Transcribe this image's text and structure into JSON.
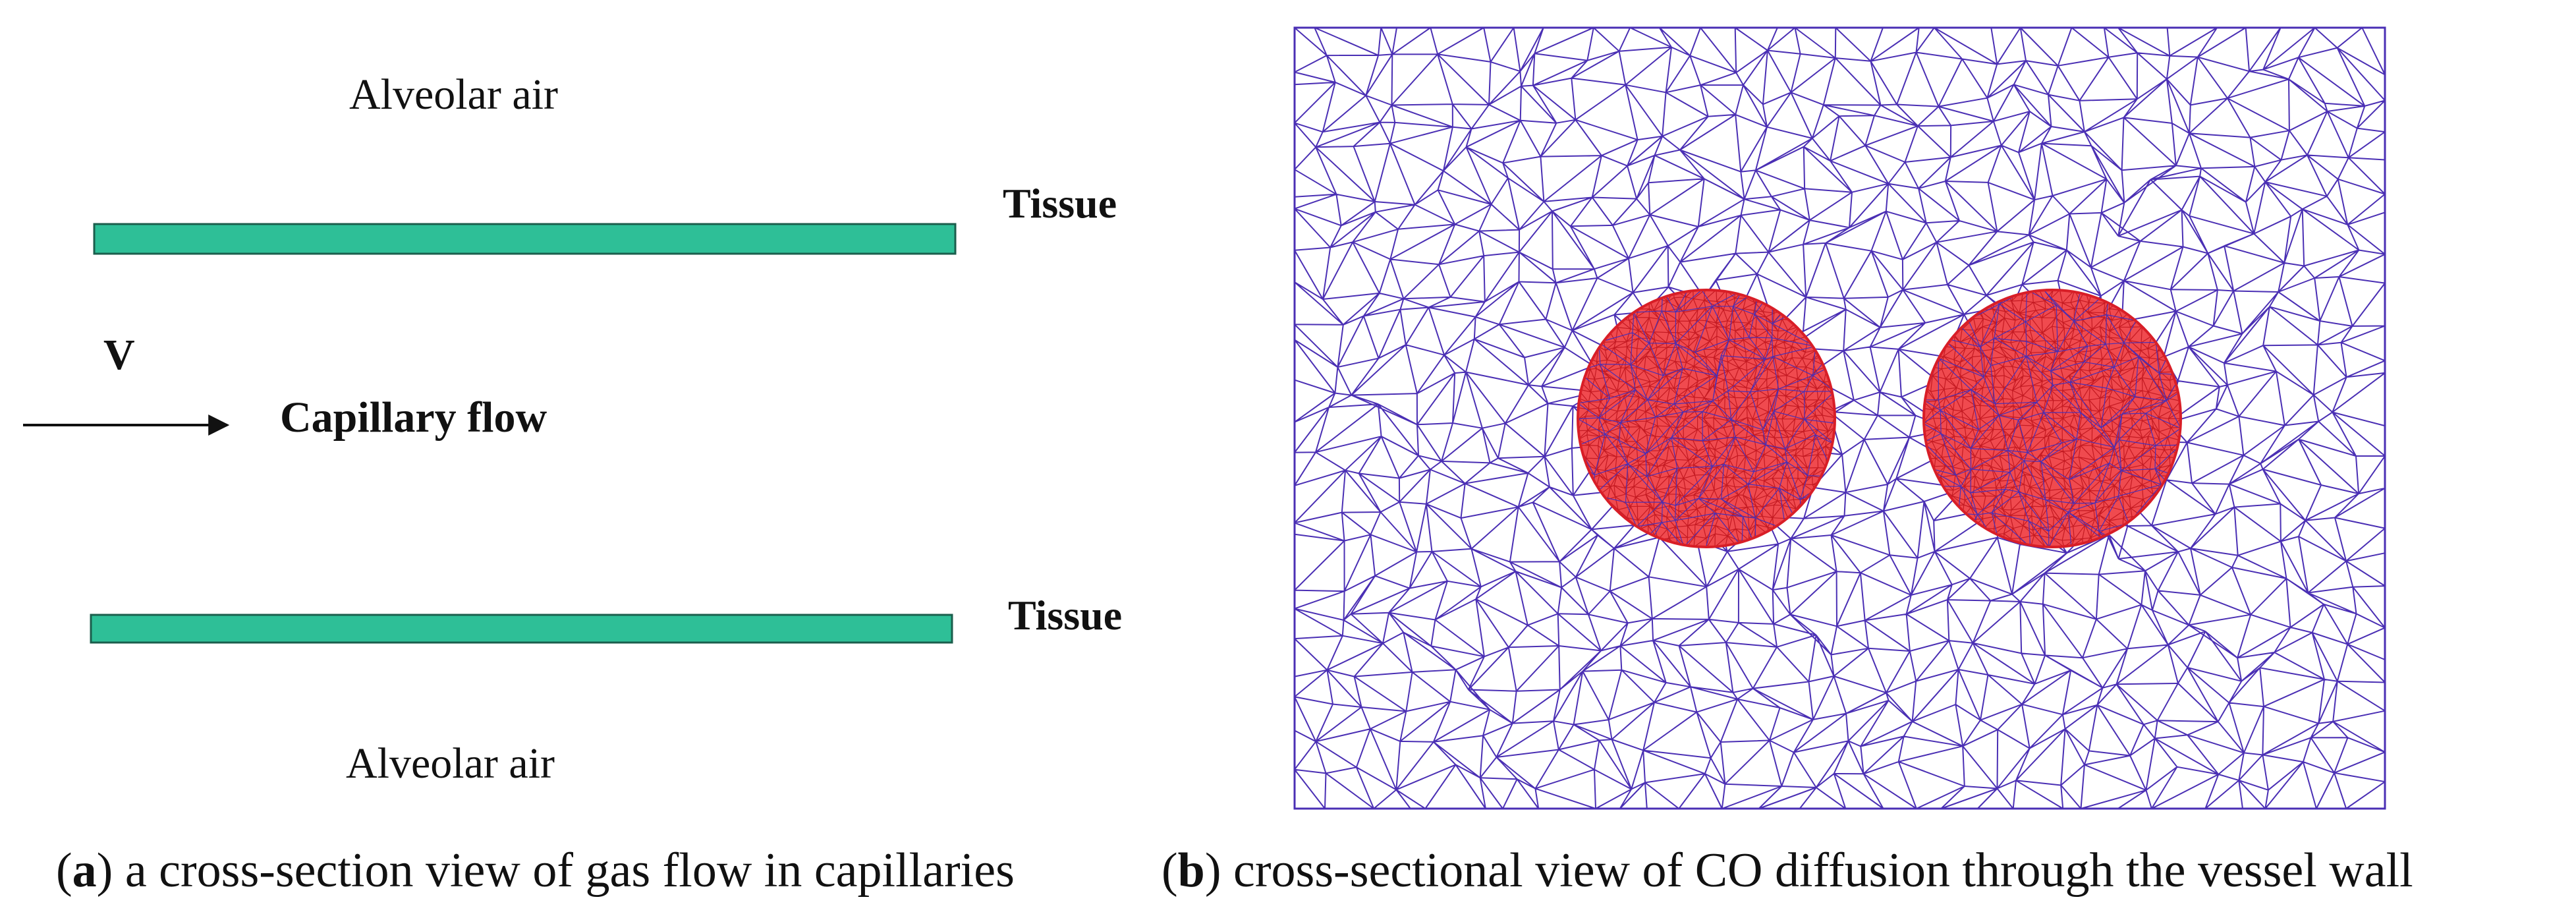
{
  "panel_a": {
    "label_top": "Alveolar air",
    "label_bottom": "Alveolar air",
    "tissue_top": "Tissue",
    "tissue_bottom": "Tissue",
    "velocity": "V",
    "flow_label": "Capillary flow",
    "caption_letter": "a",
    "caption_text": "a cross-section view of gas flow in capillaries"
  },
  "panel_b": {
    "caption_letter": "b",
    "caption_text": "cross-sectional view of CO diffusion through the vessel wall",
    "mesh_color": "#4a2fb4",
    "cell_color": "#e8262f"
  },
  "colors": {
    "tissue_fill": "#2ebf97",
    "tissue_stroke": "#1b5e4c",
    "text": "#111111"
  }
}
